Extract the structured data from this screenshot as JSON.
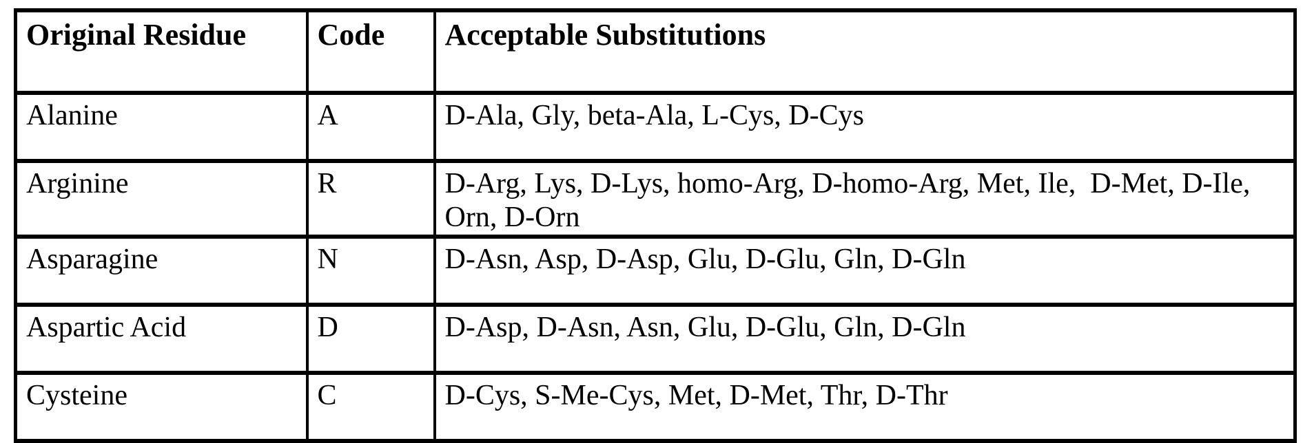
{
  "document": {
    "background_color": "#ffffff",
    "border_color": "#000000",
    "text_color": "#000000"
  },
  "table": {
    "headers": [
      "Original Residue",
      "Code",
      "Acceptable Substitutions"
    ],
    "rows": [
      {
        "residue": "Alanine",
        "code": "A",
        "substitutions": "D-Ala, Gly, beta-Ala, L-Cys, D-Cys"
      },
      {
        "residue": "Arginine",
        "code": "R",
        "substitutions": "D-Arg, Lys, D-Lys, homo-Arg, D-homo-Arg, Met, Ile,  D-Met, D-Ile,\nOrn, D-Orn"
      },
      {
        "residue": "Asparagine",
        "code": "N",
        "substitutions": "D-Asn, Asp, D-Asp, Glu, D-Glu, Gln, D-Gln"
      },
      {
        "residue": "Aspartic Acid",
        "code": "D",
        "substitutions": "D-Asp, D-Asn, Asn, Glu, D-Glu, Gln, D-Gln"
      },
      {
        "residue": "Cysteine",
        "code": "C",
        "substitutions": "D-Cys, S-Me-Cys, Met, D-Met, Thr, D-Thr"
      }
    ]
  }
}
